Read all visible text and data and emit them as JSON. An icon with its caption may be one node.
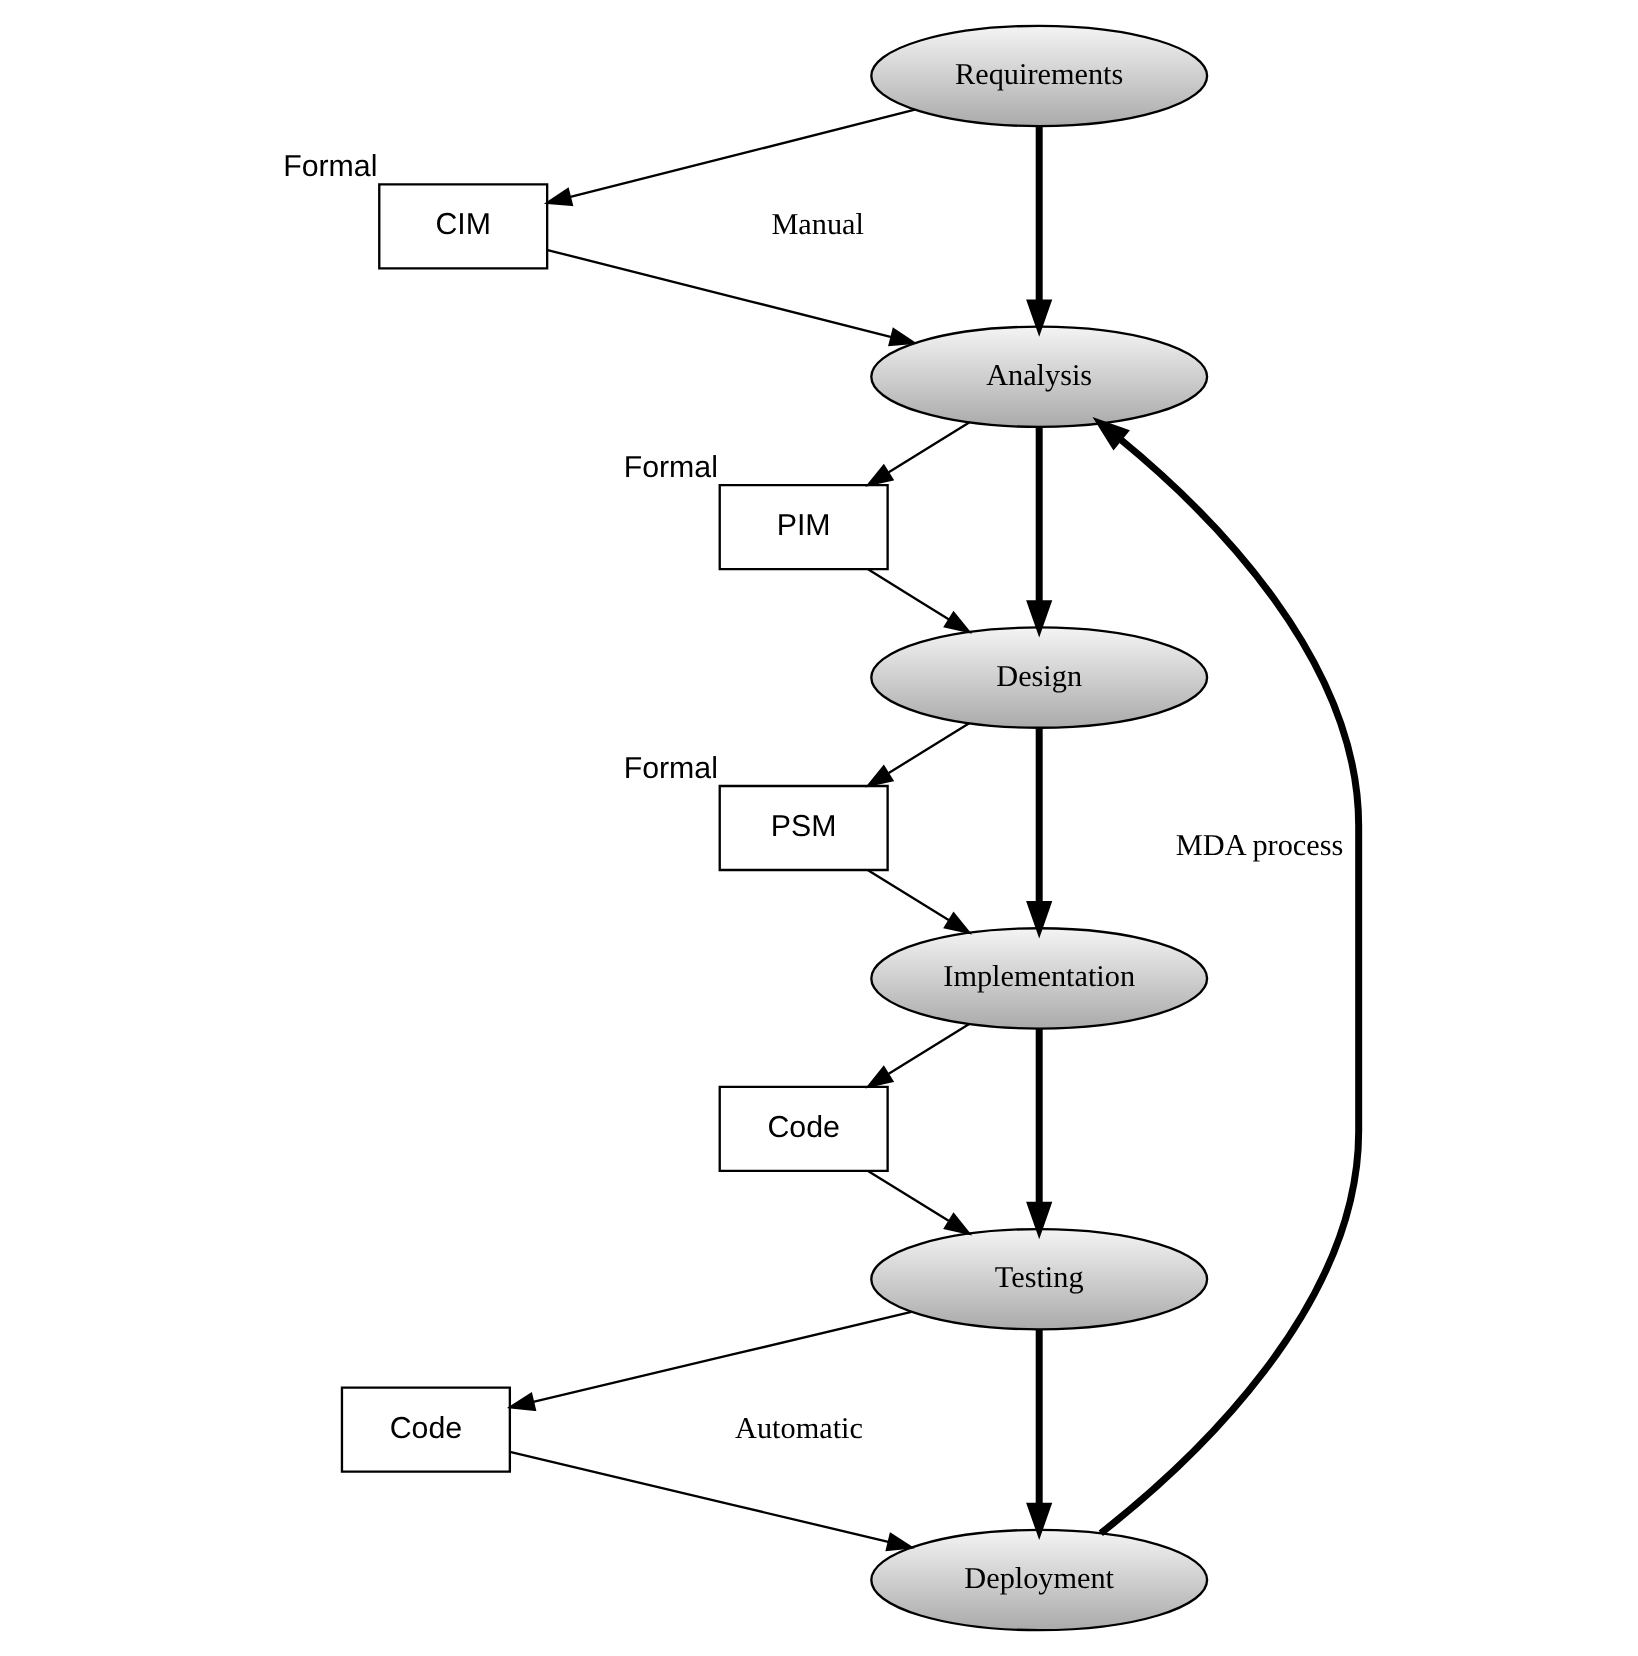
{
  "diagram": {
    "nodes": [
      {
        "text": [
          "Requirements"
        ]
      },
      {
        "text": [
          "CIM"
        ],
        "beside": [
          "Formal"
        ]
      },
      {
        "text": [
          "Analysis"
        ]
      },
      {
        "text": [
          "PIM"
        ],
        "beside": [
          "Formal"
        ]
      },
      {
        "text": [
          "Design"
        ]
      },
      {
        "text": [
          "PSM"
        ],
        "beside": [
          "Formal"
        ]
      },
      {
        "text": [
          "Implementation"
        ]
      },
      {
        "text": [
          "Code"
        ]
      },
      {
        "text": [
          "Testing"
        ]
      },
      {
        "text": [
          "Code"
        ]
      },
      {
        "text": [
          "Deployment"
        ]
      }
    ],
    "edges": [
      {
        "from": 0,
        "to": 2,
        "arrow": "to",
        "style": "thick"
      },
      {
        "from": 0,
        "to": 1,
        "arrow": "to"
      },
      {
        "from": 1,
        "to": 2,
        "arrow": "to"
      },
      {
        "from": 2,
        "to": 4,
        "arrow": "to",
        "style": "thick"
      },
      {
        "from": 2,
        "to": 3,
        "arrow": "to"
      },
      {
        "from": 3,
        "to": 4,
        "arrow": "to"
      },
      {
        "from": 4,
        "to": 6,
        "arrow": "to",
        "style": "thick"
      },
      {
        "from": 4,
        "to": 5,
        "arrow": "to"
      },
      {
        "from": 5,
        "to": 6,
        "arrow": "to"
      },
      {
        "from": 6,
        "to": 8,
        "arrow": "to",
        "style": "thick"
      },
      {
        "from": 6,
        "to": 7,
        "arrow": "to"
      },
      {
        "from": 7,
        "to": 8,
        "arrow": "to"
      },
      {
        "from": 8,
        "to": 10,
        "arrow": "to",
        "style": "thick"
      },
      {
        "from": 8,
        "to": 9,
        "arrow": "to"
      },
      {
        "from": 9,
        "to": 10,
        "arrow": "to"
      },
      {
        "from": 10,
        "to": 2,
        "arrow": "to",
        "style": "thick",
        "label": "MDA process"
      }
    ],
    "labels": [
      "Manual",
      "Automatic"
    ]
  }
}
